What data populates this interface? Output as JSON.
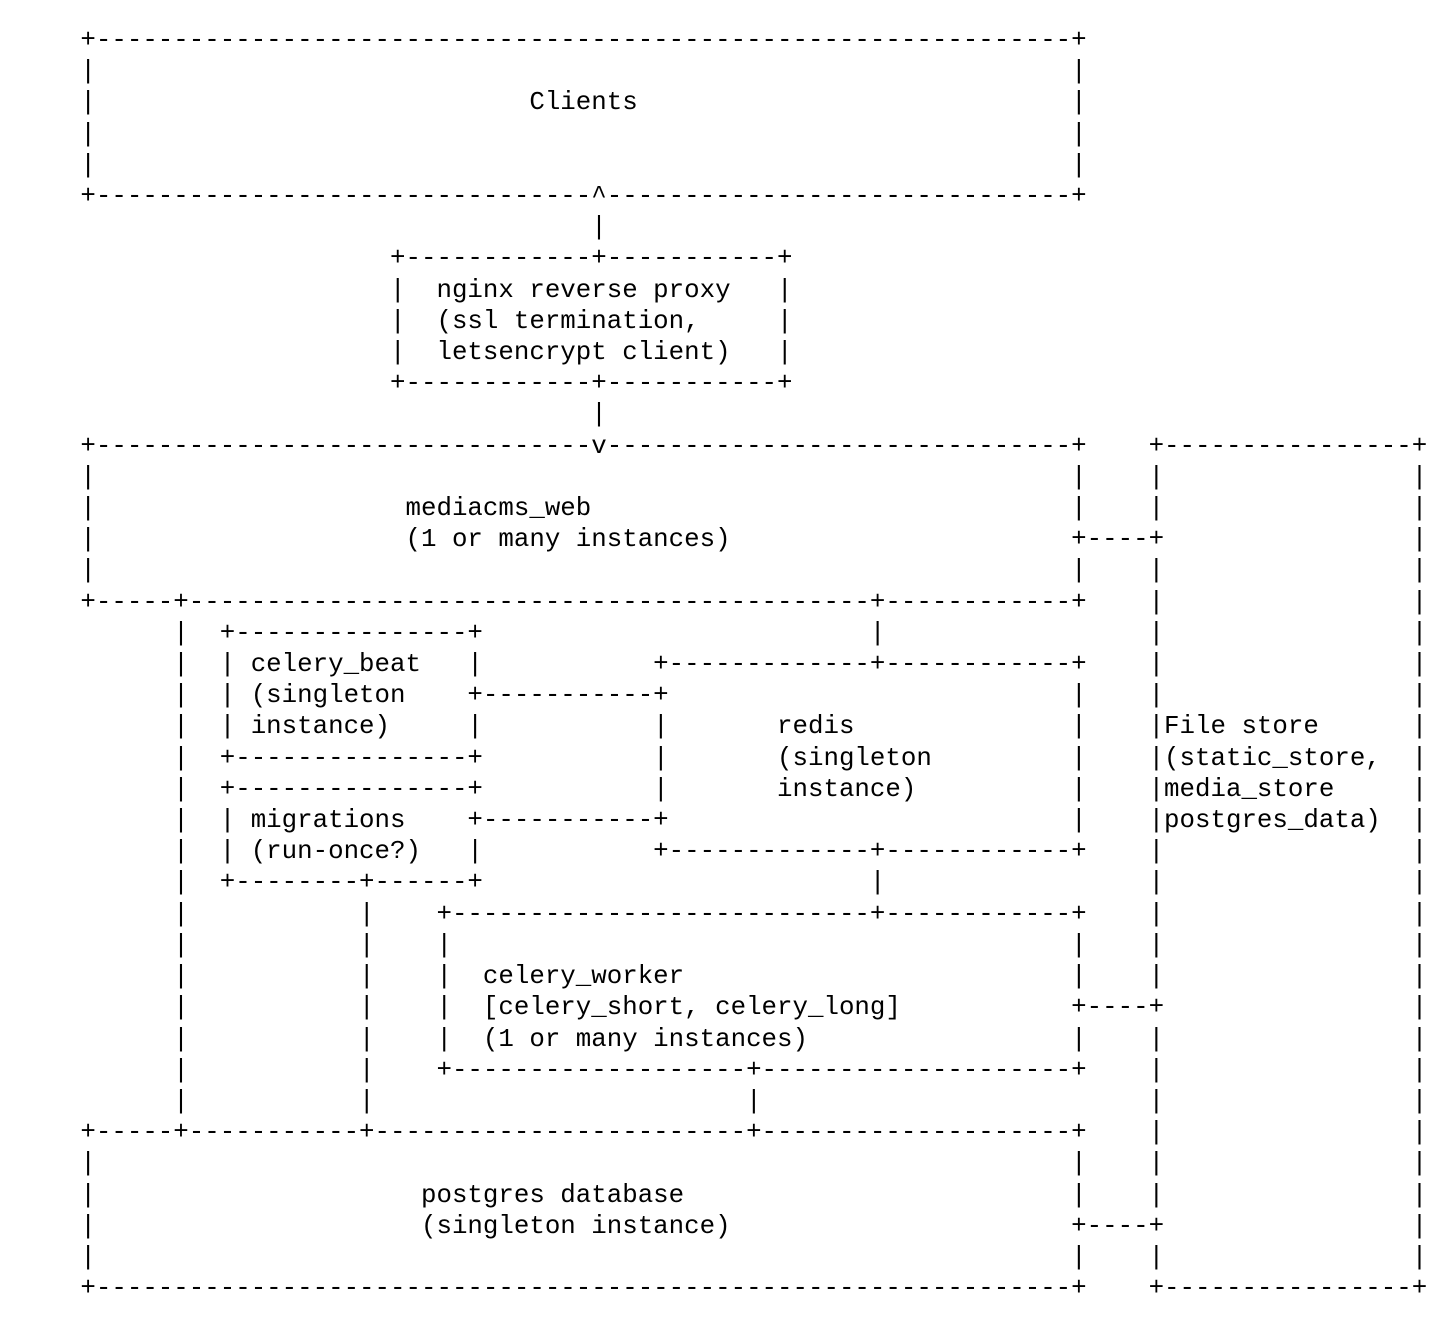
{
  "colors": {
    "background": "#ffffff",
    "text": "#000000"
  },
  "diagram": {
    "type": "ascii-architecture",
    "nodes": [
      {
        "id": "clients",
        "label": "Clients"
      },
      {
        "id": "nginx",
        "label": "nginx reverse proxy (ssl termination, letsencrypt client)"
      },
      {
        "id": "mediacms_web",
        "label": "mediacms_web (1 or many instances)"
      },
      {
        "id": "celery_beat",
        "label": "celery_beat (singleton instance)"
      },
      {
        "id": "migrations",
        "label": "migrations (run-once?)"
      },
      {
        "id": "redis",
        "label": "redis (singleton instance)"
      },
      {
        "id": "celery_worker",
        "label": "celery_worker [celery_short, celery_long] (1 or many instances)"
      },
      {
        "id": "postgres",
        "label": "postgres database (singleton instance)"
      },
      {
        "id": "file_store",
        "label": "File store (static_store, media_store postgres_data)"
      }
    ],
    "edges": [
      {
        "from": "nginx",
        "to": "clients",
        "arrow": "up"
      },
      {
        "from": "nginx",
        "to": "mediacms_web",
        "arrow": "down"
      },
      {
        "from": "mediacms_web",
        "to": "file_store"
      },
      {
        "from": "mediacms_web",
        "to": "redis"
      },
      {
        "from": "mediacms_web",
        "to": "postgres"
      },
      {
        "from": "celery_beat",
        "to": "redis"
      },
      {
        "from": "migrations",
        "to": "redis"
      },
      {
        "from": "migrations",
        "to": "postgres"
      },
      {
        "from": "redis",
        "to": "celery_worker"
      },
      {
        "from": "celery_worker",
        "to": "file_store"
      },
      {
        "from": "celery_worker",
        "to": "postgres"
      },
      {
        "from": "postgres",
        "to": "file_store"
      }
    ],
    "ascii_lines": [
      "     +---------------------------------------------------------------+",
      "     |                                                               |",
      "     |                            Clients                            |",
      "     |                                                               |",
      "     |                                                               |",
      "     +--------------------------------^------------------------------+",
      "                                      |",
      "                         +------------+-----------+",
      "                         |  nginx reverse proxy   |",
      "                         |  (ssl termination,     |",
      "                         |  letsencrypt client)   |",
      "                         +------------+-----------+",
      "                                      |",
      "     +--------------------------------v------------------------------+    +----------------+",
      "     |                                                               |    |                |",
      "     |                    mediacms_web                               |    |                |",
      "     |                    (1 or many instances)                      +----+                |",
      "     |                                                               |    |                |",
      "     +-----+--------------------------------------------+------------+    |                |",
      "           |  +---------------+                         |                 |                |",
      "           |  | celery_beat   |           +-------------+------------+    |                |",
      "           |  | (singleton    +-----------+                          |    |                |",
      "           |  | instance)     |           |       redis              |    |File store      |",
      "           |  +---------------+           |       (singleton         |    |(static_store,  |",
      "           |  +---------------+           |       instance)          |    |media_store     |",
      "           |  | migrations    +-----------+                          |    |postgres_data)  |",
      "           |  | (run-once?)   |           +-------------+------------+    |                |",
      "           |  +--------+------+                         |                 |                |",
      "           |           |    +---------------------------+------------+    |                |",
      "           |           |    |                                        |    |                |",
      "           |           |    |  celery_worker                         |    |                |",
      "           |           |    |  [celery_short, celery_long]           +----+                |",
      "           |           |    |  (1 or many instances)                 |    |                |",
      "           |           |    +-------------------+--------------------+    |                |",
      "           |           |                        |                         |                |",
      "     +-----+-----------+------------------------+--------------------+    |                |",
      "     |                                                               |    |                |",
      "     |                     postgres database                         |    |                |",
      "     |                     (singleton instance)                      +----+                |",
      "     |                                                               |    |                |",
      "     +---------------------------------------------------------------+    +----------------+"
    ]
  }
}
